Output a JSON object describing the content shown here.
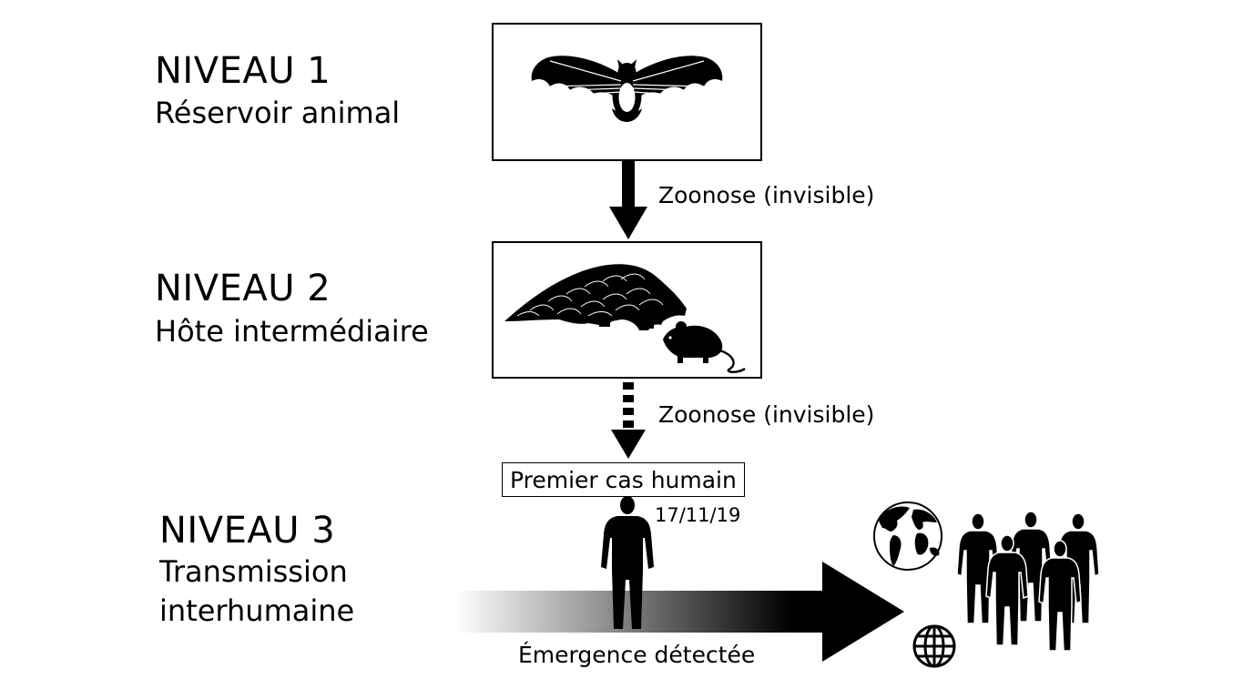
{
  "levels": [
    {
      "title": "NIVEAU 1",
      "subtitle": "Réservoir animal"
    },
    {
      "title": "NIVEAU 2",
      "subtitle": "Hôte intermédiaire"
    },
    {
      "title": "NIVEAU 3",
      "subtitle_line1": "Transmission",
      "subtitle_line2": "interhumaine"
    }
  ],
  "transitions": {
    "first": "Zoonose (invisible)",
    "second": "Zoonose (invisible)"
  },
  "first_case": {
    "label": "Premier cas humain",
    "date": "17/11/19"
  },
  "emergence": {
    "label": "Émergence détectée"
  },
  "icons": {
    "reservoir": "bat-icon",
    "intermediate": [
      "pangolin-icon",
      "rat-icon"
    ],
    "patient_zero": "human-silhouette-icon",
    "world_map": "world-map-icon",
    "globe": "globe-icon",
    "crowd": "crowd-icon"
  },
  "colors": {
    "ink": "#000000",
    "background": "#ffffff"
  }
}
